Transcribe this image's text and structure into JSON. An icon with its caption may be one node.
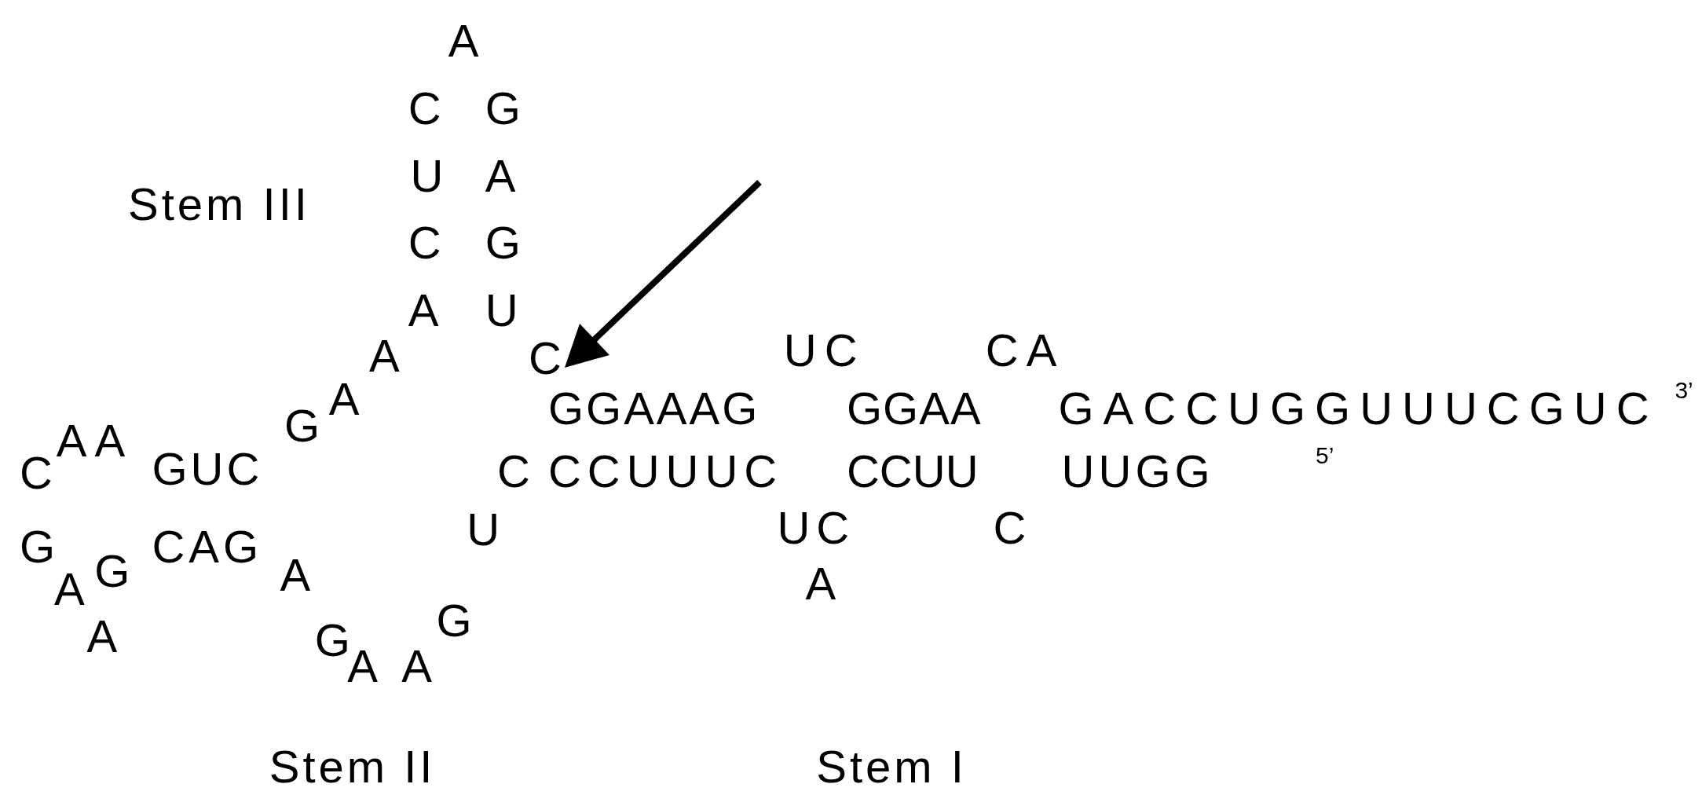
{
  "diagram": {
    "labels": [
      "A",
      "C",
      "G",
      "U",
      "A",
      "Stem III",
      "C",
      "G",
      "A",
      "U",
      "A",
      "C",
      "UC",
      "CA",
      "A",
      "G",
      "GGAAAG",
      "GGAA",
      "GACCUGGUUUCGUC",
      "3’",
      "C",
      "AA",
      "GUC",
      "C",
      "CCUUUC",
      "CCUU",
      "UUGG",
      "5’",
      "G",
      "CAG",
      "U",
      "U",
      "C",
      "C",
      "A",
      "G",
      "A",
      "A",
      "G",
      "A",
      "G",
      "A",
      "A",
      "Stem II",
      "Stem I"
    ]
  }
}
